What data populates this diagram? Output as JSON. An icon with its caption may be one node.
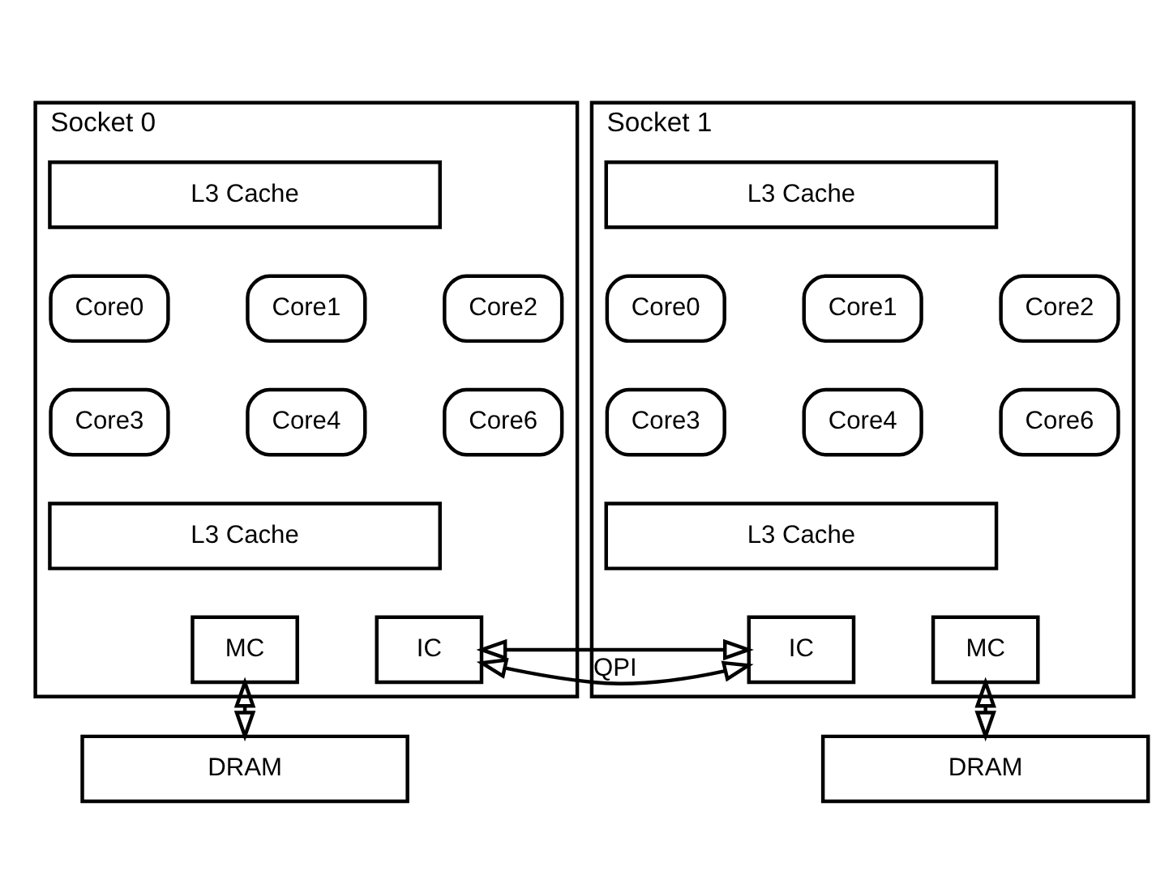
{
  "diagram": {
    "nodes": [
      {
        "text": [
          "Socket 0"
        ]
      },
      {
        "text": [
          "L3 Cache"
        ],
        "in": 0
      },
      {
        "text": [
          "Core0"
        ],
        "in": 0
      },
      {
        "text": [
          "Core1"
        ],
        "in": 0
      },
      {
        "text": [
          "Core2"
        ],
        "in": 0
      },
      {
        "text": [
          "Core3"
        ],
        "in": 0
      },
      {
        "text": [
          "Core4"
        ],
        "in": 0
      },
      {
        "text": [
          "Core6"
        ],
        "in": 0
      },
      {
        "text": [
          "L3 Cache"
        ],
        "in": 0
      },
      {
        "text": [
          "MC"
        ],
        "in": 0
      },
      {
        "text": [
          "IC"
        ],
        "in": 0
      },
      {
        "text": [
          "Socket 1"
        ]
      },
      {
        "text": [
          "L3 Cache"
        ],
        "in": 11
      },
      {
        "text": [
          "Core0"
        ],
        "in": 11
      },
      {
        "text": [
          "Core1"
        ],
        "in": 11
      },
      {
        "text": [
          "Core2"
        ],
        "in": 11
      },
      {
        "text": [
          "Core3"
        ],
        "in": 11
      },
      {
        "text": [
          "Core4"
        ],
        "in": 11
      },
      {
        "text": [
          "Core6"
        ],
        "in": 11
      },
      {
        "text": [
          "L3 Cache"
        ],
        "in": 11
      },
      {
        "text": [
          "IC"
        ],
        "in": 11
      },
      {
        "text": [
          "MC"
        ],
        "in": 11
      },
      {
        "text": [
          "DRAM"
        ]
      },
      {
        "text": [
          "DRAM"
        ]
      }
    ],
    "edges": [
      {
        "from": 9,
        "to": 22,
        "arrow": "both"
      },
      {
        "from": 10,
        "to": 20,
        "arrow": "both",
        "label": "QPI"
      },
      {
        "from": 21,
        "to": 23,
        "arrow": "both"
      }
    ]
  }
}
